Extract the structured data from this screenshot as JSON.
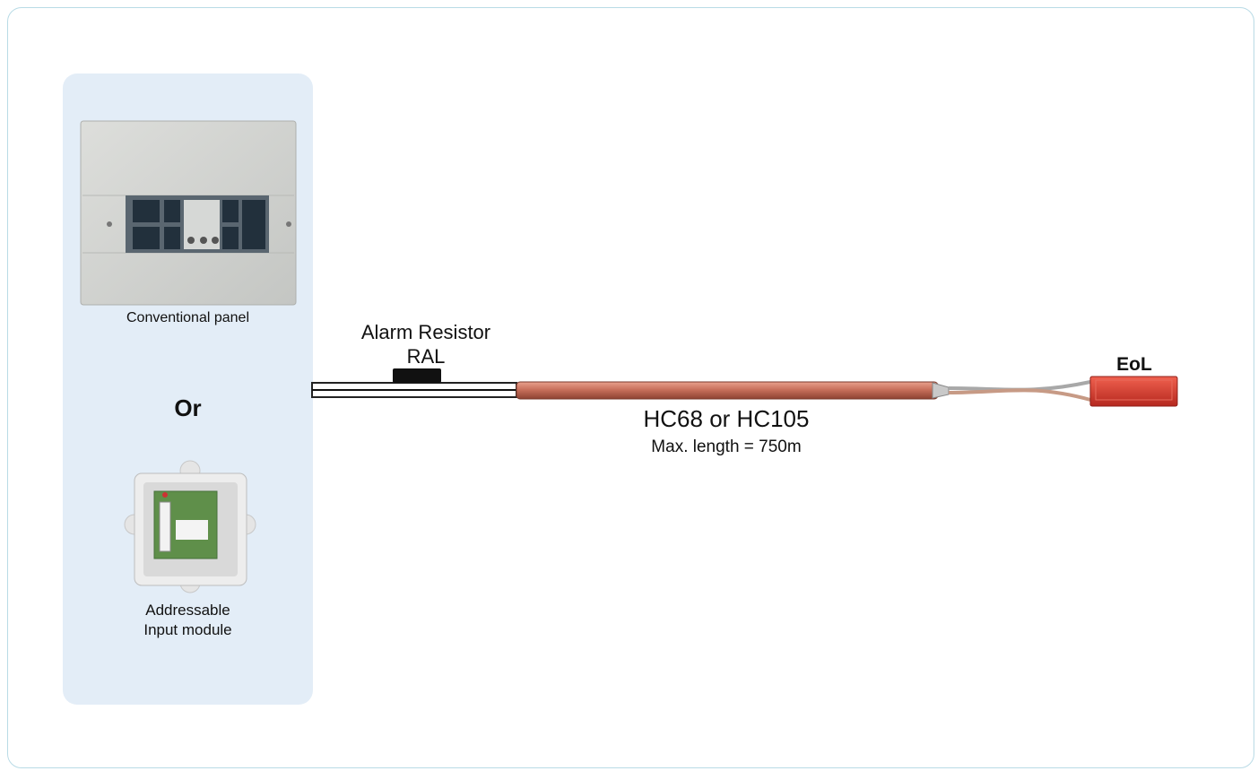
{
  "devices": {
    "conventional_panel_label": "Conventional panel",
    "separator_label": "Or",
    "addressable_label_line1": "Addressable",
    "addressable_label_line2": "Input module"
  },
  "alarm_resistor": {
    "title": "Alarm Resistor",
    "code": "RAL"
  },
  "cable": {
    "models": "HC68 or HC105",
    "max_length": "Max. length = 750m"
  },
  "end_of_line": {
    "label": "EoL"
  },
  "colors": {
    "frame_border": "#b9dbe6",
    "device_background": "#e3edf7",
    "cable": "#c8705c",
    "eol_box": "#d93a30",
    "resistor": "#111111"
  }
}
